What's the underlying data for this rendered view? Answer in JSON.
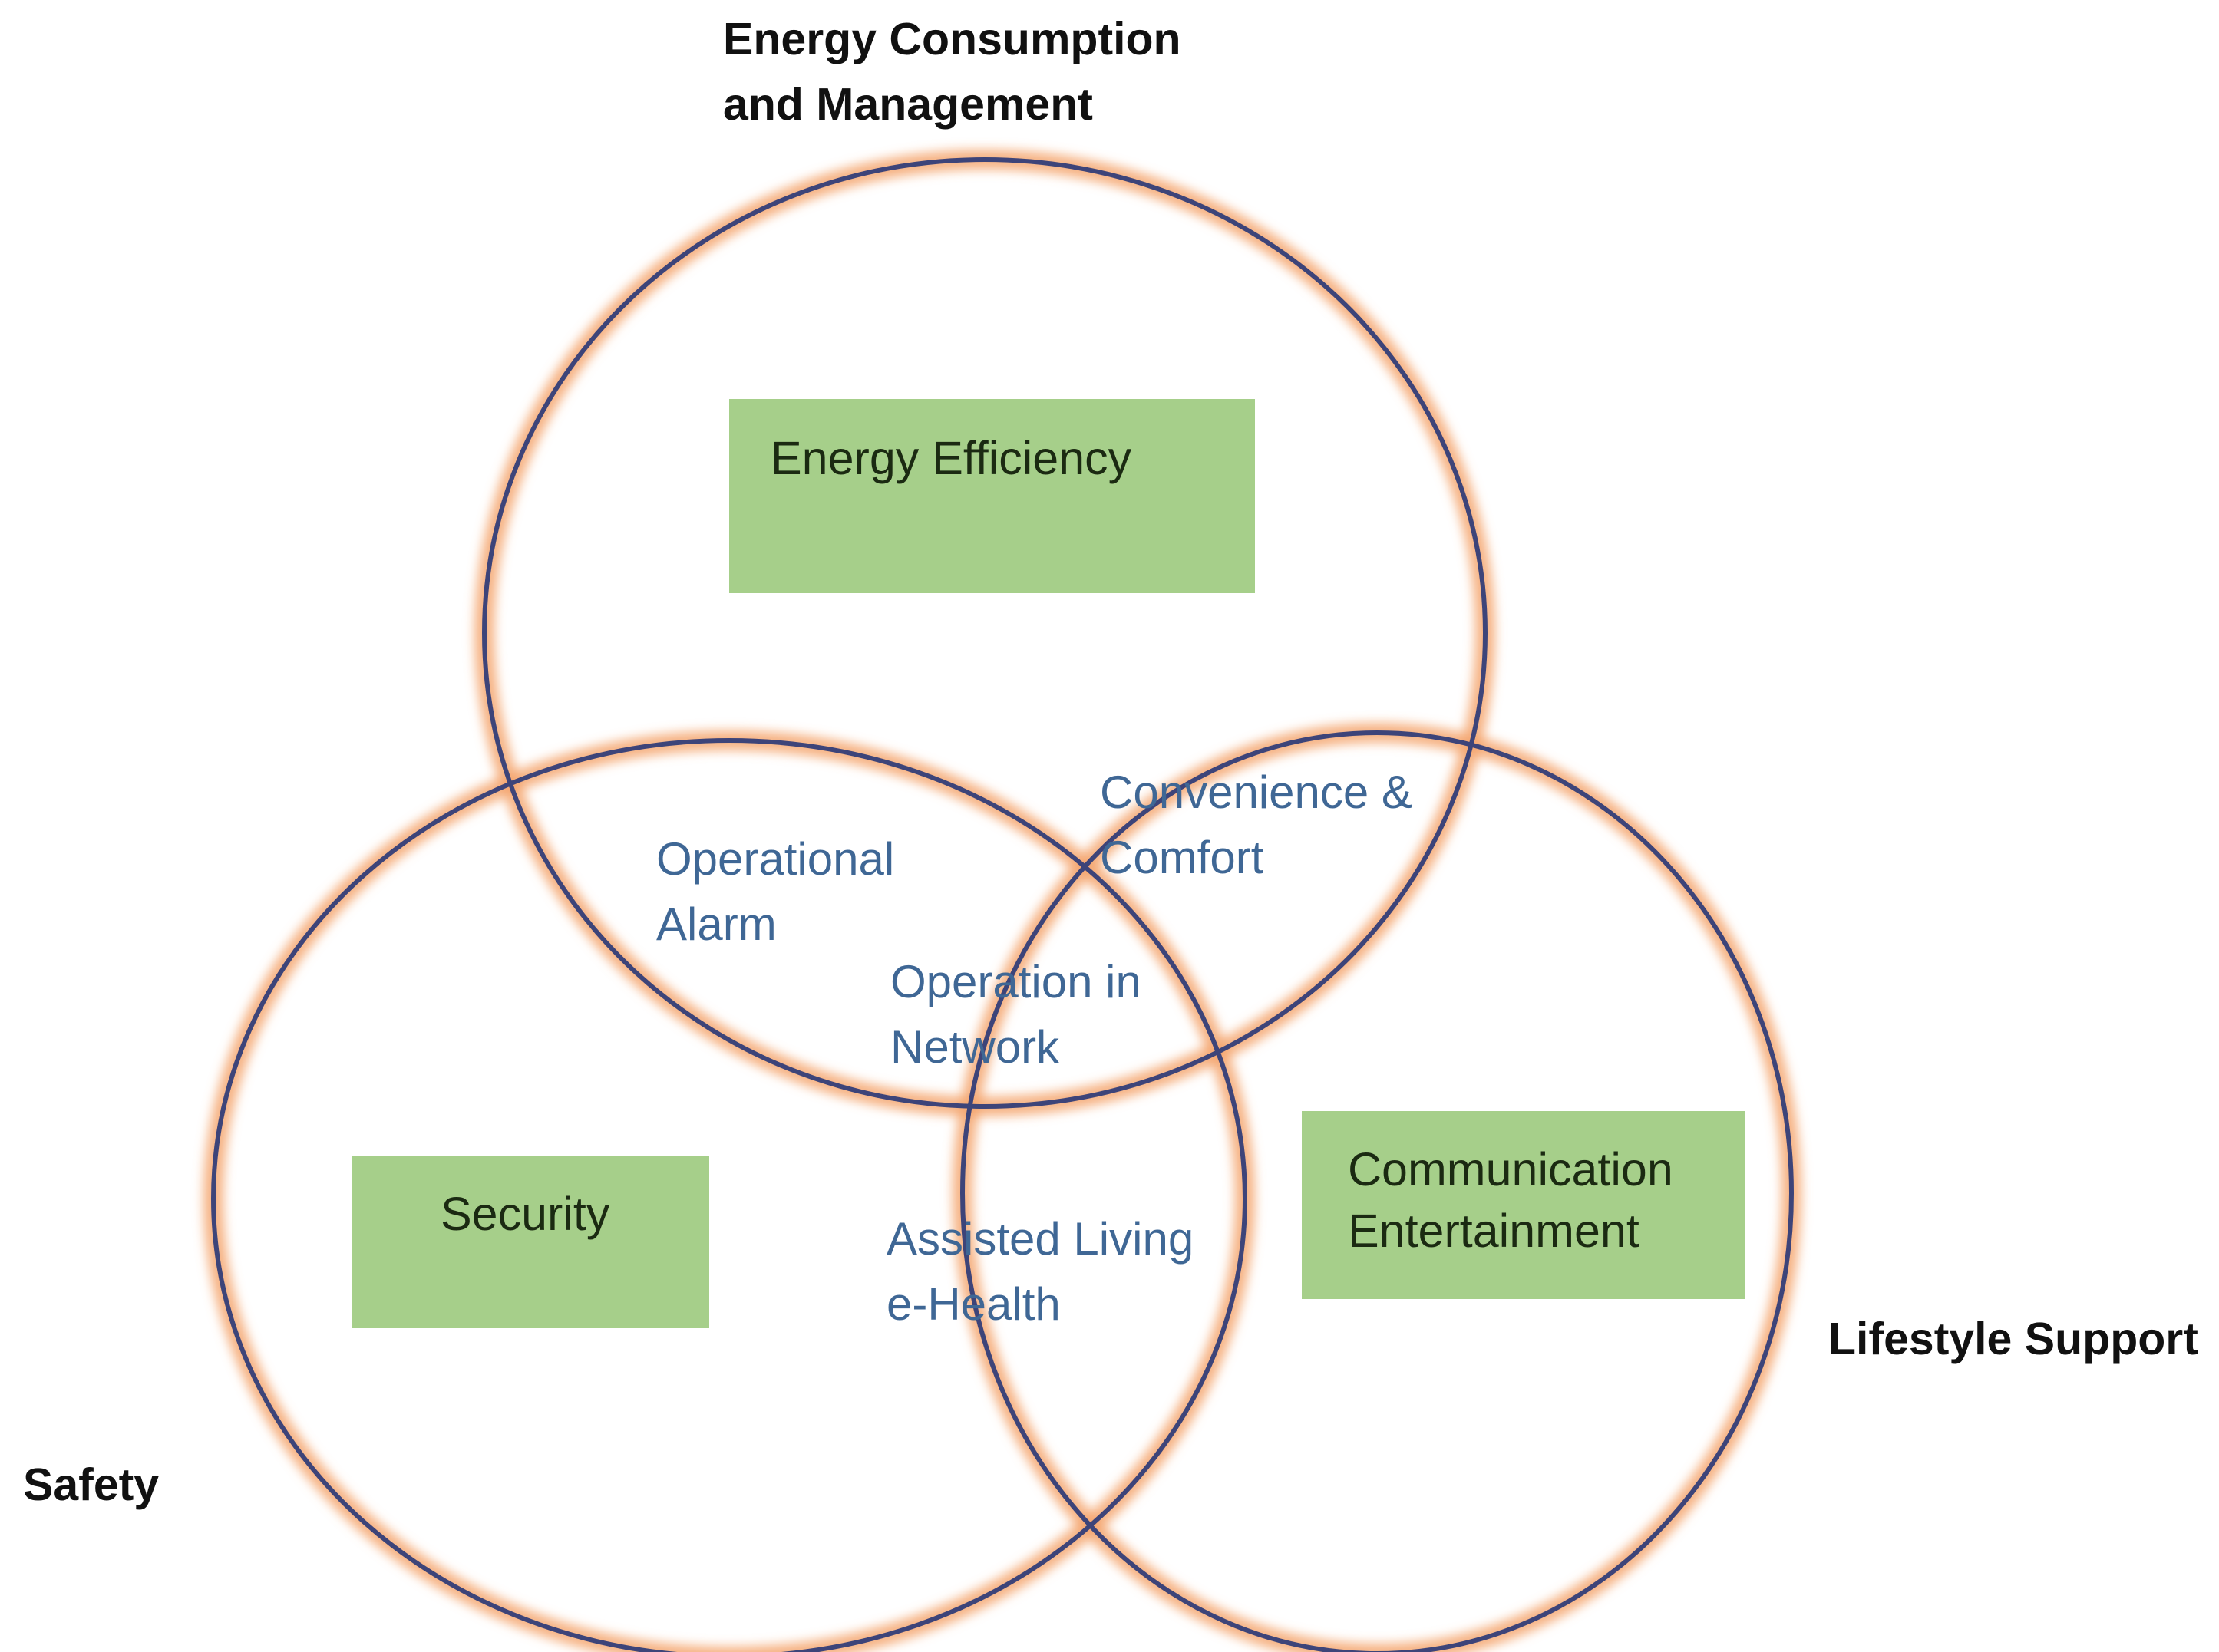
{
  "colors": {
    "circle_stroke": "#3d4479",
    "circle_glow": "#f4a66e",
    "box_fill": "#a6cf8a",
    "region_text": "#3f6795",
    "set_label_text": "#111111"
  },
  "sets": {
    "energy": {
      "line1": "Energy Consumption",
      "line2": "and Management"
    },
    "safety": {
      "label": "Safety"
    },
    "lifestyle": {
      "label": "Lifestyle Support"
    }
  },
  "boxes": {
    "energy_efficiency": {
      "label": "Energy Efficiency"
    },
    "security": {
      "label": "Security"
    },
    "communication": {
      "line1": "Communication",
      "line2": "Entertainment"
    }
  },
  "regions": {
    "operational_alarm": {
      "line1": "Operational",
      "line2": "Alarm"
    },
    "convenience": {
      "line1": "Convenience &",
      "line2": "Comfort"
    },
    "operation_network": {
      "line1": "Operation in",
      "line2": "Network"
    },
    "assisted_living": {
      "line1": "Assisted Living",
      "line2": "e-Health"
    }
  }
}
